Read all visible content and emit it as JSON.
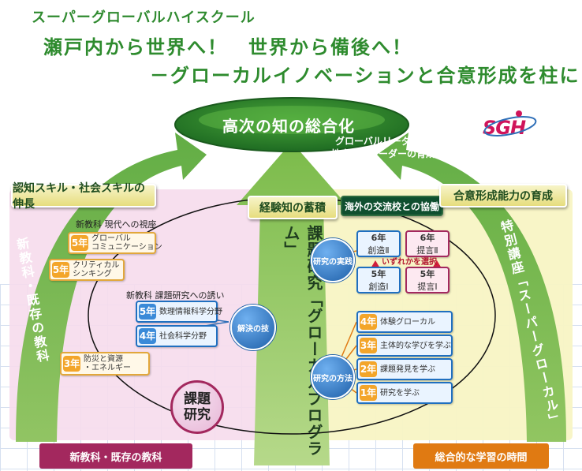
{
  "header": {
    "line1": "スーパーグローバルハイスクール",
    "line2": "瀬戸内から世界へ！　世界から備後へ！",
    "line3": "－グローカルイノベーションと合意形成を柱に－"
  },
  "top": {
    "ellipse_label": "高次の知の総合化",
    "leader_line1": "グローバルリーダーや",
    "leader_line2": "地方創生リーダーの育成",
    "logo": "SGH"
  },
  "ribbons": {
    "left": "認知スキル・社会スキルの伸長",
    "center": "経験知の蓄積",
    "exchange": "海外の交流校との協働",
    "right": "合意形成能力の育成"
  },
  "left_arrow_text": "新教科・既存の教科",
  "center_arrow_text": "課題研究「グローカルプログラム」",
  "right_arrow_text": "特別講座「スーパーグローカル」",
  "new_subject": {
    "heading": "新教科 現代への視座",
    "items": [
      {
        "grade": "5年",
        "text": "グローバル\nコミュニケーション"
      },
      {
        "grade": "5年",
        "text": "クリティカル\nシンキング"
      }
    ]
  },
  "research_invite": {
    "heading": "新教科 課題研究への誘い",
    "items": [
      {
        "grade": "5年",
        "text": "数理情報科学分野"
      },
      {
        "grade": "4年",
        "text": "社会科学分野"
      }
    ]
  },
  "disaster": {
    "grade": "3年",
    "text": "防災と資源\n・エネルギー"
  },
  "circles": {
    "kadai": "課題\n研究",
    "kaiketsu": "解決の技",
    "jissen": "研究の実践",
    "houhou": "研究の方法"
  },
  "practice": {
    "tl": {
      "grade": "6年",
      "name": "創造Ⅱ"
    },
    "tr": {
      "grade": "6年",
      "name": "提言Ⅱ"
    },
    "bl": {
      "grade": "5年",
      "name": "創造Ⅰ"
    },
    "br": {
      "grade": "5年",
      "name": "提言Ⅰ"
    },
    "select": "いずれかを選択"
  },
  "method": {
    "items": [
      {
        "grade": "4年",
        "text": "体験グローカル"
      },
      {
        "grade": "3年",
        "text": "主体的な学びを学ぶ"
      },
      {
        "grade": "2年",
        "text": "課題発見を学ぶ"
      },
      {
        "grade": "1年",
        "text": "研究を学ぶ"
      }
    ]
  },
  "bottom": {
    "left": "新教科・既存の教科",
    "right": "総合的な学習の時間"
  },
  "colors": {
    "green": "#3e9a2a",
    "pink": "#f3d6e6",
    "yellow": "#f7f3bf",
    "purple": "#a3285e",
    "orange": "#e07a12",
    "blue": "#2f6fb8"
  }
}
